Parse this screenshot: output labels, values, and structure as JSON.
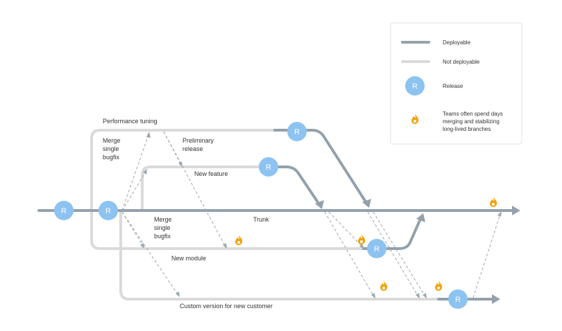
{
  "colors": {
    "deployable": "#93a1ab",
    "not_deployable": "#dadada",
    "release": "#8cc3f1",
    "dashed": "#9aa7b0",
    "flame": "#f3a30f"
  },
  "icons": {
    "release": "release-circle-icon",
    "flame": "flame-icon",
    "arrowhead": "arrowhead-icon"
  },
  "release_letter": "R",
  "legend": {
    "deployable": "Deployable",
    "not_deployable": "Not deployable",
    "release": "Release",
    "teams_line1": "Teams often spend days",
    "teams_line2": "merging and stabilizing",
    "teams_line3": "long-lived branches"
  },
  "labels": {
    "performance_tuning": "Performance tuning",
    "merge_top_1": "Merge",
    "merge_top_2": "single",
    "merge_top_3": "bugfix",
    "preliminary_1": "Preliminary",
    "preliminary_2": "release",
    "new_feature": "New feature",
    "trunk": "Trunk",
    "merge_bottom_1": "Merge",
    "merge_bottom_2": "single",
    "merge_bottom_3": "bugfix",
    "new_module": "New module",
    "custom_version": "Custom version for new customer"
  }
}
